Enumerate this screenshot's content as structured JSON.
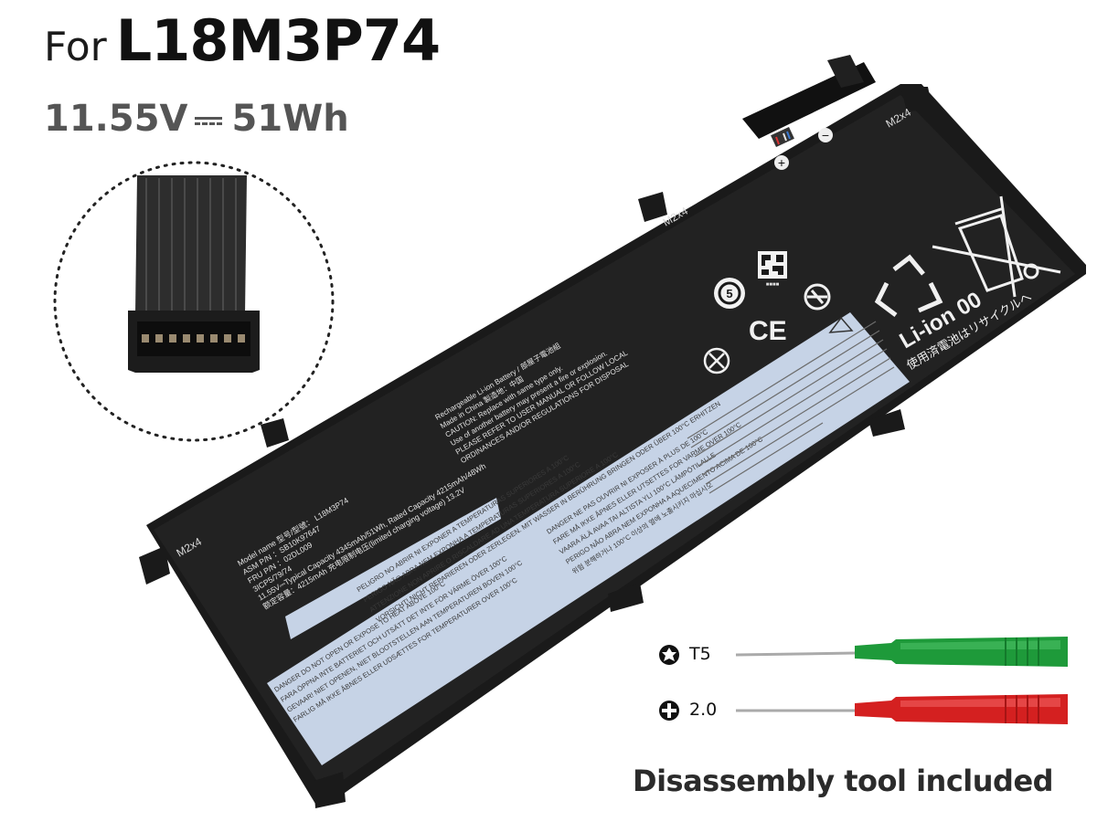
{
  "heading": {
    "prefix": "For",
    "model": "L18M3P74",
    "voltage": "11.55V",
    "capacity": "51Wh"
  },
  "battery_label": {
    "screw_marks": [
      "M2x4",
      "M2x4",
      "M2x4"
    ],
    "recycle_text": "Li-ion 00",
    "recycle_jp": "使用済電池はリサイクルへ",
    "spec_lines": [
      "Model name 型号/型號： L18M3P74",
      "ASM P/N            ：SB10K97647",
      "FRU P/N            ：02DL009",
      "3ICP5/79/74",
      "11.55V⎓Typical Capacity 4345mAh/51Wh, Rated Capacity 4215mAh/48Wh",
      "额定容量：4215mAh 充电限制电压(limited charging voltage) 13.2V"
    ],
    "caution_lines": [
      "Rechargeable Li-ion Battery / 部屋子電池組",
      "Made in China  製造地：中国",
      "CAUTION: Replace with same type only.",
      "Use of another battery may present a fire or explosion.",
      "PLEASE REFER TO USER MANUAL OR FOLLOW LOCAL",
      "ORDINANCES AND/OR REGULATIONS FOR DISPOSAL"
    ],
    "warning_lines": [
      "DANGER  DO NOT OPEN OR EXPOSE TO HEAT ABOVE 100°C",
      "FARA  ÖPPNA INTE BATTERIET OCH UTSÄTT DET INTE FÖR VÄRME ÖVER 100°C",
      "GEVAAR!  NIET OPENEN, NIET BLOOTSTELLEN AAN TEMPERATUREN BOVEN 100°C",
      "FARLIG  MÅ IKKE ÅBNES ELLER UDSÆTTES FOR TEMPERATURER OVER 100°C",
      "PELIGRO  NO ABRIR NI EXPONER A TEMPERATURAS SUPERIORES A 100°C",
      "PERIGO  NÃO ABRA NEM EXPONHA A TEMPERATURAS SUPERIORES A 100°C",
      "ATTENZIONE  NON APRIRE O RISCALDARE AD UNA TEMPERATURA SUPERIORE A 100°C",
      "VORSICHT!  NICHT REPARIEREN ODER ZERLEGEN. MIT WASSER IN BERÜHRUNG BRINGEN ODER ÜBER 100°C ERHITZEN"
    ],
    "warning_lines_2": [
      "DANGER  NE PAS OUVRIR NI EXPOSER À PLUS DE 100°C",
      "FARE  MÅ IKKE ÅPNES ELLER UTSETTES FOR VARME OVER 100°C",
      "VAARA  ÄLÄ AVAA TAI ALTISTA YLI 100°C LÄMPÖTILALLE",
      "PERIGO  NÃO ABRA NEM EXPONHA A AQUECIMENTO ACIMA DE 100°C",
      "위험  분해하거나 100°C 이상의 열에 노출시키지 마십시오"
    ]
  },
  "tools": [
    {
      "name": "T5",
      "icon": "torx-icon",
      "handle_color": "#1e9a3a"
    },
    {
      "name": "2.0",
      "icon": "phillips-icon",
      "handle_color": "#d42020"
    }
  ],
  "footer": "Disassembly tool included",
  "colors": {
    "battery_body": "#1a1a1a",
    "label": "#c6d3e6",
    "heading": "#111111",
    "subheading": "#555555"
  }
}
